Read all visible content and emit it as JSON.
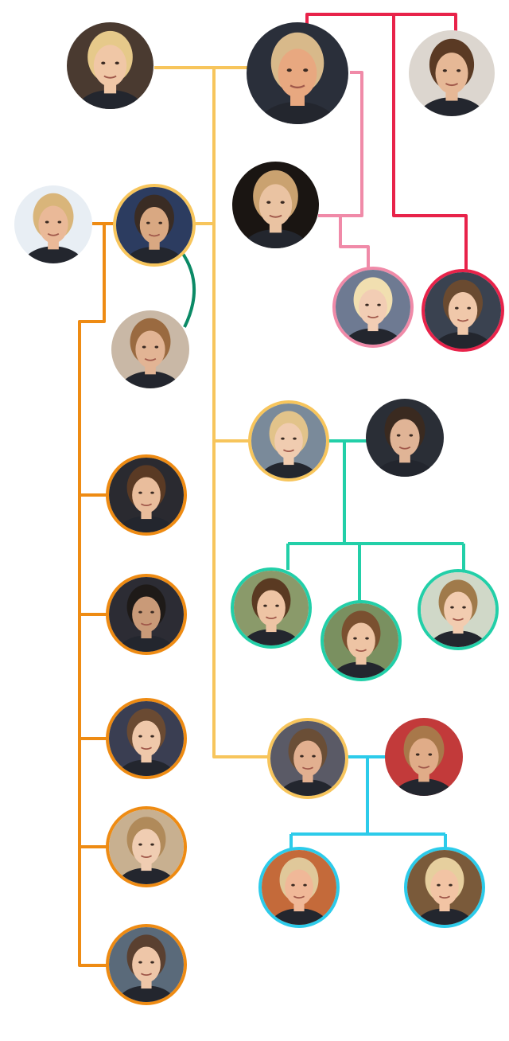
{
  "colors": {
    "main_branch": "#f7c55c",
    "melania_branch": "#e8234a",
    "marla_branch": "#f08aa8",
    "don_jr_branch": "#ee8b13",
    "don_jr_kimberly_link": "#0b8a66",
    "ivanka_branch": "#22cfa8",
    "eric_branch": "#2ccbea",
    "background": "#ffffff"
  },
  "people": [
    {
      "id": "ivana",
      "photo": "portrait-photo",
      "ring": "none",
      "hair": "#e6c98a",
      "skin": "#f0c7a6",
      "bg": "#4a3a30"
    },
    {
      "id": "donald",
      "photo": "portrait-photo",
      "ring": "none",
      "hair": "#d8b98a",
      "skin": "#e8a880",
      "bg": "#2a2f3a"
    },
    {
      "id": "melania",
      "photo": "portrait-photo",
      "ring": "none",
      "hair": "#5a3a24",
      "skin": "#e6b896",
      "bg": "#dcd6cf"
    },
    {
      "id": "marla",
      "photo": "portrait-photo",
      "ring": "none",
      "hair": "#caa270",
      "skin": "#eac3a2",
      "bg": "#1a1512"
    },
    {
      "id": "tiffany",
      "photo": "portrait-photo",
      "ring": "marla_branch",
      "hair": "#f1dfb0",
      "skin": "#f2cdb4",
      "bg": "#6e7a92"
    },
    {
      "id": "barron",
      "photo": "portrait-photo",
      "ring": "melania_branch",
      "hair": "#6a4a30",
      "skin": "#f0c8aa",
      "bg": "#3a4250"
    },
    {
      "id": "vanessa",
      "photo": "portrait-photo",
      "ring": "none",
      "hair": "#d9b57a",
      "skin": "#eab998",
      "bg": "#e8eef4"
    },
    {
      "id": "don_jr",
      "photo": "portrait-photo",
      "ring": "main_branch",
      "hair": "#3a2c24",
      "skin": "#d9a882",
      "bg": "#2c3c60"
    },
    {
      "id": "kimberly",
      "photo": "portrait-photo",
      "ring": "none",
      "hair": "#9a6a40",
      "skin": "#e2b494",
      "bg": "#c9b8a6"
    },
    {
      "id": "ivanka",
      "photo": "portrait-photo",
      "ring": "main_branch",
      "hair": "#e2c38a",
      "skin": "#f0ccb0",
      "bg": "#7a8a9a"
    },
    {
      "id": "jared",
      "photo": "portrait-photo",
      "ring": "none",
      "hair": "#3a2a20",
      "skin": "#e0b496",
      "bg": "#2a2e36"
    },
    {
      "id": "kai",
      "photo": "portrait-photo",
      "ring": "don_jr_branch",
      "hair": "#5a3a24",
      "skin": "#e9bd9c",
      "bg": "#2a2a30"
    },
    {
      "id": "don_iii",
      "photo": "portrait-photo",
      "ring": "don_jr_branch",
      "hair": "#1e1a18",
      "skin": "#c99a78",
      "bg": "#2c2c34"
    },
    {
      "id": "tristan",
      "photo": "portrait-photo",
      "ring": "don_jr_branch",
      "hair": "#6a4a32",
      "skin": "#efc8aa",
      "bg": "#3a3e52"
    },
    {
      "id": "chloe",
      "photo": "portrait-photo",
      "ring": "don_jr_branch",
      "hair": "#b08a5a",
      "skin": "#f0cdb2",
      "bg": "#c8b090"
    },
    {
      "id": "spencer",
      "photo": "portrait-photo",
      "ring": "don_jr_branch",
      "hair": "#5a4030",
      "skin": "#eec6a8",
      "bg": "#5a6a7a"
    },
    {
      "id": "arabella",
      "photo": "portrait-photo",
      "ring": "ivanka_branch",
      "hair": "#5a3a22",
      "skin": "#eec4a4",
      "bg": "#8a9a6a"
    },
    {
      "id": "joseph",
      "photo": "portrait-photo",
      "ring": "ivanka_branch",
      "hair": "#7a5030",
      "skin": "#eec4a4",
      "bg": "#7a9060"
    },
    {
      "id": "theodore",
      "photo": "portrait-photo",
      "ring": "ivanka_branch",
      "hair": "#a07a4a",
      "skin": "#f2ccb0",
      "bg": "#d0d8c8"
    },
    {
      "id": "eric",
      "photo": "portrait-photo",
      "ring": "main_branch",
      "hair": "#6a4e36",
      "skin": "#e2b090",
      "bg": "#5a5a66"
    },
    {
      "id": "lara",
      "photo": "portrait-photo",
      "ring": "none",
      "hair": "#a8784a",
      "skin": "#e0ac88",
      "bg": "#c23a3a"
    },
    {
      "id": "luke",
      "photo": "portrait-photo",
      "ring": "eric_branch",
      "hair": "#e0c89a",
      "skin": "#f0b898",
      "bg": "#c46a3a"
    },
    {
      "id": "carolina",
      "photo": "portrait-photo",
      "ring": "eric_branch",
      "hair": "#e6cf9e",
      "skin": "#f2c4a4",
      "bg": "#7a5a3a"
    }
  ]
}
